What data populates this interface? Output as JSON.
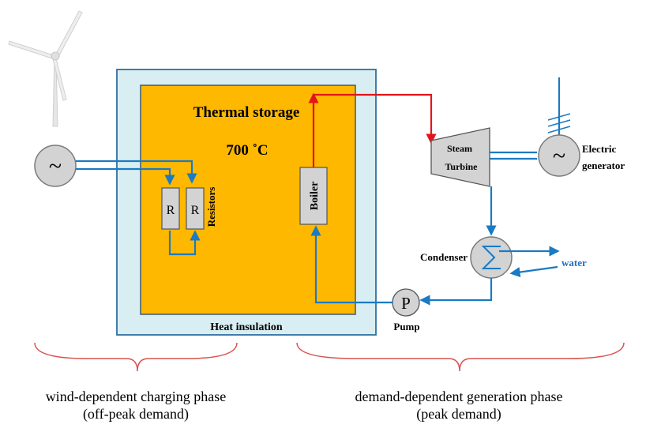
{
  "labels": {
    "thermal_storage": "Thermal storage",
    "temperature": "700 ˚C",
    "resistor_r1": "R",
    "resistor_r2": "R",
    "resistors": "Resistors",
    "boiler": "Boiler",
    "heat_insulation": "Heat insulation",
    "steam_turbine_line1": "Steam",
    "steam_turbine_line2": "Turbine",
    "electric_generator_line1": "Electric",
    "electric_generator_line2": "generator",
    "condenser": "Condenser",
    "water": "water",
    "pump_symbol": "P",
    "pump": "Pump",
    "generator_symbol": "~",
    "wind_generator_symbol": "~"
  },
  "phases": {
    "charging_line1": "wind-dependent charging phase",
    "charging_line2": "(off-peak demand)",
    "generation_line1": "demand-dependent generation phase",
    "generation_line2": "(peak demand)"
  },
  "icons": {
    "wind_turbine": "wind-turbine-icon",
    "power_line": "power-line-icon",
    "heat_exchanger": "condenser-sigma-icon"
  },
  "colors": {
    "storage_fill": "#ffb800",
    "insulation_fill": "#d9eef2",
    "pipe_blue": "#1a7ac4",
    "pipe_red": "#e3141b",
    "component_gray": "#d3d3d3",
    "brace_red": "#d9534f"
  }
}
